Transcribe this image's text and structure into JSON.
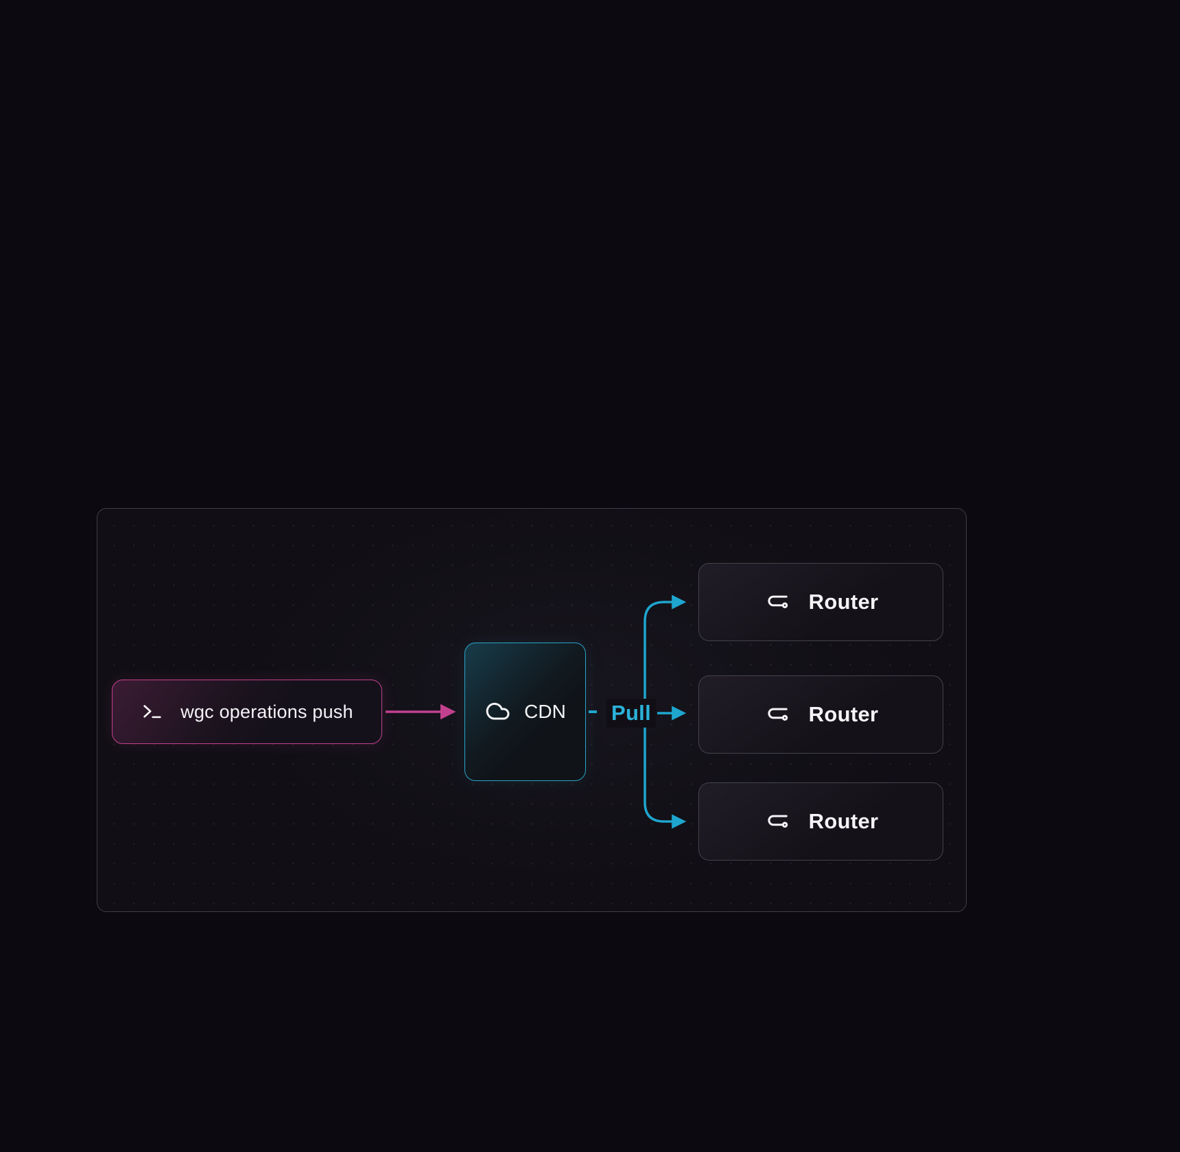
{
  "diagram": {
    "cli": {
      "label": "wgc operations push",
      "icon": "terminal-icon"
    },
    "cdn": {
      "label": "CDN",
      "icon": "cloud-icon"
    },
    "pull": {
      "label": "Pull"
    },
    "routers": [
      {
        "label": "Router",
        "icon": "route-icon"
      },
      {
        "label": "Router",
        "icon": "route-icon"
      },
      {
        "label": "Router",
        "icon": "route-icon"
      }
    ],
    "colors": {
      "background": "#0c0a10",
      "panel_border": "#413e47",
      "pink_accent": "#c2418f",
      "cyan_accent": "#1ea6cf",
      "text": "#f2f2f4"
    }
  }
}
